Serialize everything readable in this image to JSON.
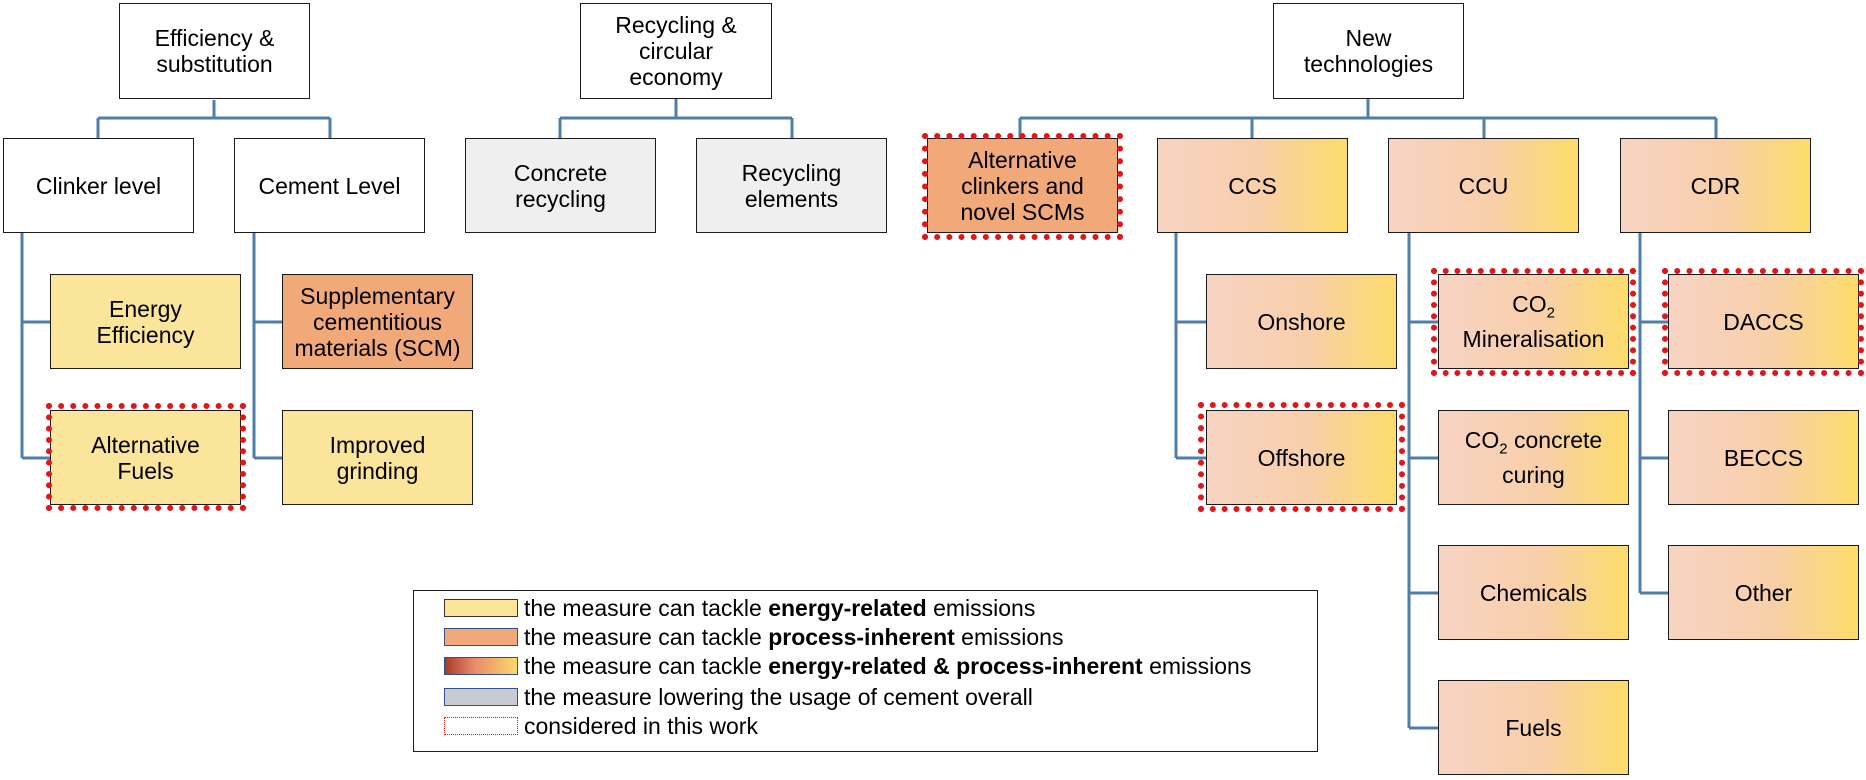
{
  "colors": {
    "connector": "#4f7fa9",
    "highlight_border": "#e0161b",
    "energy_related": "#fbe59a",
    "process_inherent": "#f2a97a",
    "cement_usage": "#c8ccd2"
  },
  "nodes": {
    "efficiency_substitution": "Efficiency &\nsubstitution",
    "recycling_circular": "Recycling &\ncircular\neconomy",
    "new_technologies": "New\ntechnologies",
    "clinker_level": "Clinker level",
    "cement_level": "Cement Level",
    "concrete_recycling": "Concrete\nrecycling",
    "recycling_elements": "Recycling\nelements",
    "alternative_clinkers": "Alternative\nclinkers and\nnovel SCMs",
    "ccs": "CCS",
    "ccu": "CCU",
    "cdr": "CDR",
    "energy_efficiency": "Energy\nEfficiency",
    "alternative_fuels": "Alternative\nFuels",
    "scm": "Supplementary\ncementitious\nmaterials (SCM)",
    "improved_grinding": "Improved\ngrinding",
    "onshore": "Onshore",
    "offshore": "Offshore",
    "co2_mineralisation": {
      "pre": "CO",
      "sub": "2",
      "post": "\nMineralisation"
    },
    "co2_curing": {
      "pre": "CO",
      "sub": "2",
      "post": " concrete\ncuring"
    },
    "chemicals": "Chemicals",
    "fuels": "Fuels",
    "daccs": "DACCS",
    "beccs": "BECCS",
    "other": "Other"
  },
  "legend": [
    {
      "pre": "the measure can tackle ",
      "bold": "energy-related",
      "post": " emissions",
      "swatch": "yellow"
    },
    {
      "pre": "the measure can tackle ",
      "bold": "process-inherent",
      "post": " emissions",
      "swatch": "orange"
    },
    {
      "pre": "the measure can tackle ",
      "bold": "energy-related & process-inherent",
      "post": " emissions",
      "swatch": "gradient"
    },
    {
      "pre": "the measure lowering the usage of cement overall",
      "bold": "",
      "post": "",
      "swatch": "gray"
    },
    {
      "pre": "considered in this work",
      "bold": "",
      "post": "",
      "swatch": "dotted-red"
    }
  ]
}
